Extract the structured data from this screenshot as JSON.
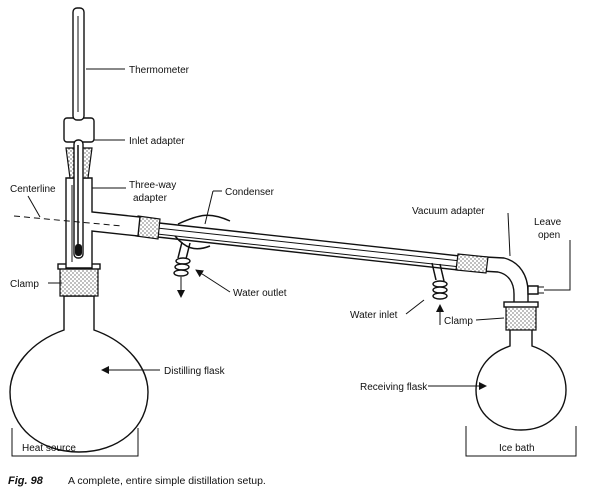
{
  "labels": {
    "thermometer": "Thermometer",
    "inlet_adapter": "Inlet adapter",
    "centerline": "Centerline",
    "three_way_line1": "Three-way",
    "three_way_line2": "adapter",
    "condenser": "Condenser",
    "vacuum_adapter": "Vacuum adapter",
    "leave_open_line1": "Leave",
    "leave_open_line2": "open",
    "clamp_left": "Clamp",
    "water_outlet": "Water outlet",
    "water_inlet": "Water inlet",
    "clamp_right": "Clamp",
    "distilling_flask": "Distilling flask",
    "receiving_flask": "Receiving flask",
    "heat_source": "Heat source",
    "ice_bath": "Ice bath"
  },
  "caption": {
    "figure": "Fig. 98",
    "text": "A complete, entire simple distillation setup."
  }
}
